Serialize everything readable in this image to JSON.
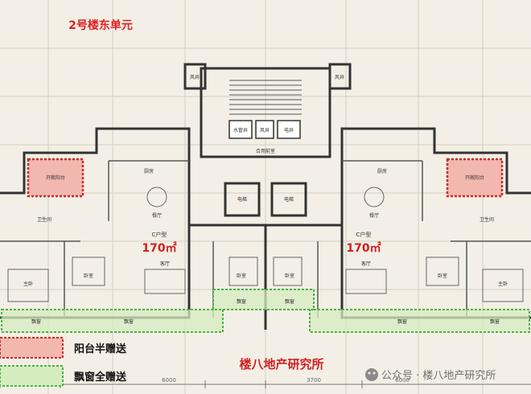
{
  "title": "2号楼东单元",
  "units": [
    {
      "type": "C户型",
      "area": "170㎡"
    },
    {
      "type": "C户型",
      "area": "170㎡"
    }
  ],
  "rooms": {
    "half_balcony": "开敞阳台",
    "kitchen": "厨房",
    "living": "客厅",
    "dining": "餐厅",
    "bedroom": "卧室",
    "master": "主卧",
    "bath": "卫生间",
    "elevator": "电梯",
    "corridor": "合用前室",
    "wind": "风井",
    "water": "水管井",
    "power": "电井",
    "bay": "飘窗"
  },
  "legend": [
    {
      "label": "阳台半赠送",
      "color": "#f2b8b0",
      "border": "#cc2a2a"
    },
    {
      "label": "飘窗全赠送",
      "color": "#d5ecbf",
      "border": "#49b349"
    }
  ],
  "dims": [
    "3700",
    "6000",
    "3700",
    "6000"
  ],
  "watermark": "楼八地产研究所",
  "footer_brand": "公众号 · 楼八地产研究所",
  "colors": {
    "title": "#e02020",
    "area": "#d11f1f",
    "wall": "#333333"
  }
}
